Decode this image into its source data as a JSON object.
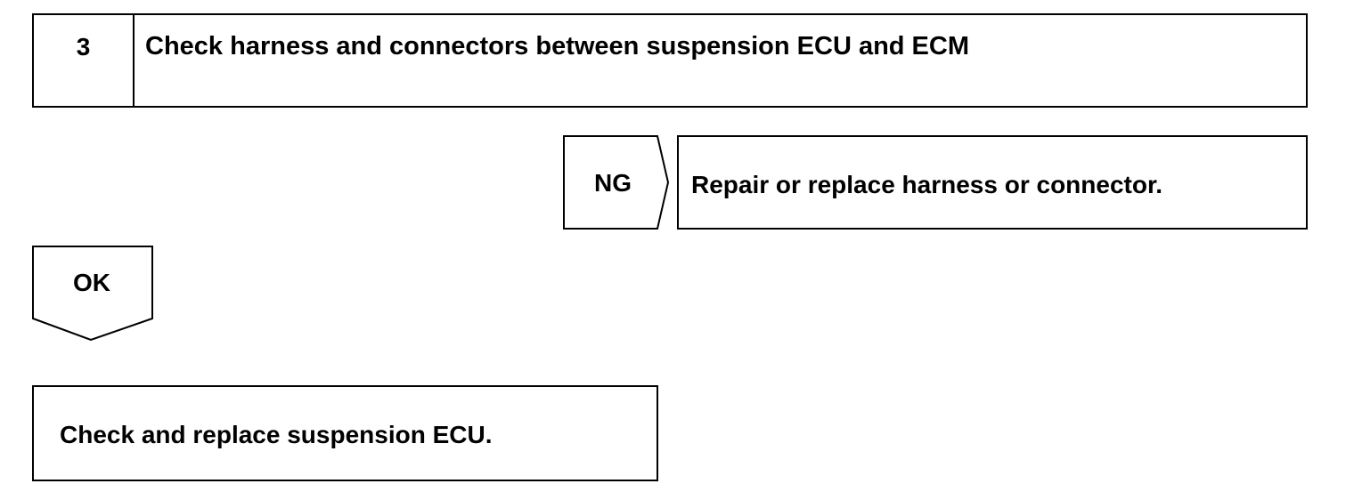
{
  "step": {
    "number": "3",
    "title": "Check harness and connectors between suspension ECU and ECM"
  },
  "ng_branch": {
    "label": "NG",
    "action": "Repair or replace harness or connector."
  },
  "ok_branch": {
    "label": "OK",
    "action": "Check and replace suspension ECU."
  },
  "colors": {
    "line": "#000000",
    "background": "#ffffff"
  }
}
